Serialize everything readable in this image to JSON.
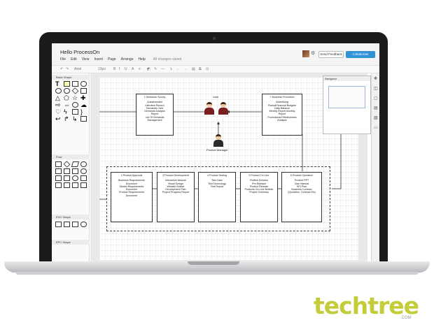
{
  "app": {
    "title": "Hello ProcessOn",
    "menu": [
      "File",
      "Edit",
      "View",
      "Insert",
      "Page",
      "Arrange",
      "Help"
    ],
    "save_status": "All changes saved",
    "feedback_button": "Send Feedback",
    "collaborate_button": "Collaborate"
  },
  "toolbar": {
    "font": "Arial",
    "size": "13px"
  },
  "left_panel": {
    "sections": [
      "Basic Shape",
      "Flow",
      "EVC Shape",
      "EPC Shape"
    ]
  },
  "navigator": {
    "title": "Navigator"
  },
  "diagram": {
    "top_left": {
      "title": "1 Demands Survey",
      "lines": [
        "Questionnaire",
        "Interview Record",
        "Demands Card",
        "Demands Analysis",
        "Report",
        "List Of Demands",
        "Management"
      ]
    },
    "top_right": {
      "title": "7 Business Promotion",
      "lines": [
        "Advertising",
        "Plans&Financial Budgets",
        "Daily Balance",
        "Weekly Report,Monthly",
        "Report",
        "Promotional Effectiveness",
        "Analysis"
      ]
    },
    "user_label": "User",
    "manager_label": "Product Manager",
    "steps": [
      {
        "title": "2 Product Approval",
        "lines": [
          "Business Requirements",
          "Document",
          "Market Requirements",
          "Document",
          "Product Requirements",
          "Document"
        ]
      },
      {
        "title": "3 Product Development",
        "lines": [
          "Interactive Artwork",
          "Visual Design",
          "Website Builder",
          "Development Plan",
          "Project Progress Report"
        ]
      },
      {
        "title": "4 Product Testing",
        "lines": [
          "Test Case",
          "Test Technology",
          "Test Report"
        ]
      },
      {
        "title": "5 Product On Line",
        "lines": [
          "Publish Dreview",
          "Pre-Release",
          "Product Release",
          "Products On-Line Bulletin",
          "Project Summary"
        ]
      },
      {
        "title": "6 Product Operation",
        "lines": [
          "Product PPT",
          "User Manual",
          "KPI Plan",
          "Business Contract",
          "(Quotation, Contract Etc)"
        ]
      }
    ]
  },
  "brand": {
    "name": "techtree",
    "domain": ".COM",
    "color": "#c4cc3a",
    "accent": "#2f93d6"
  }
}
